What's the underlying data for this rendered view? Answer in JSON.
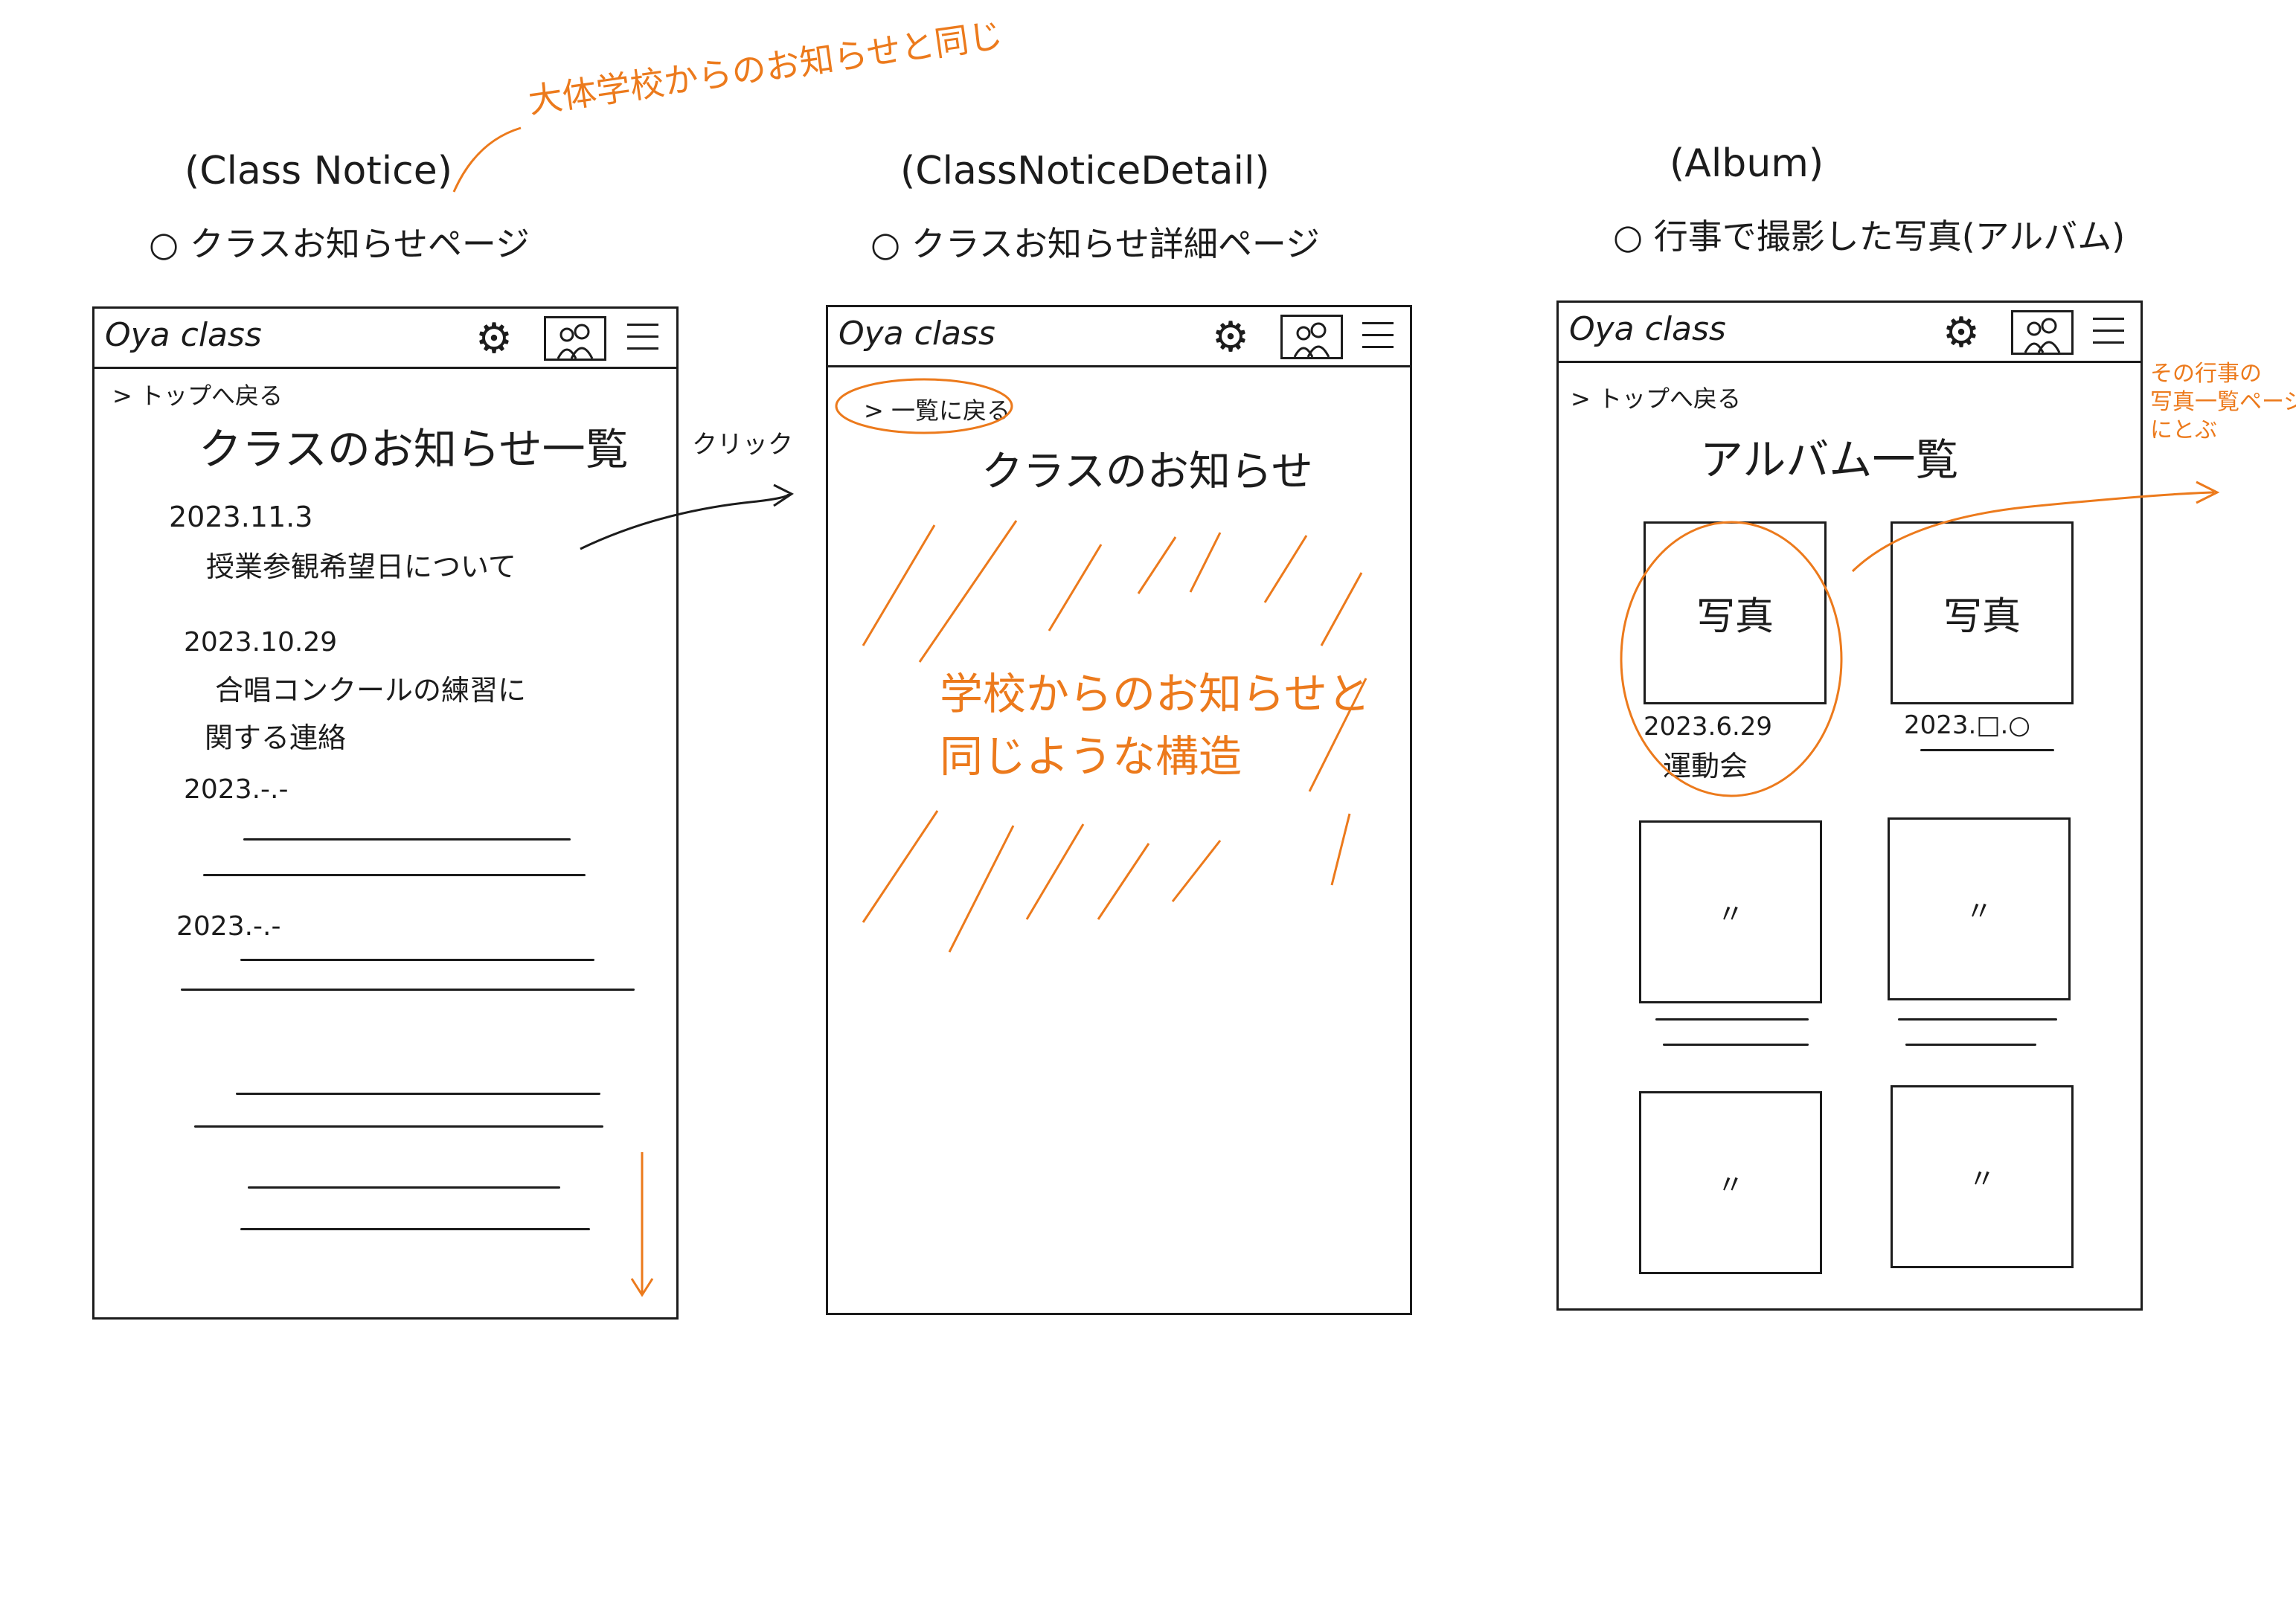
{
  "colors": {
    "ink": "#1c1c1c",
    "annotation": "#ec7a1c"
  },
  "header": {
    "logo": "Oya class",
    "settings_icon": "gear-icon",
    "family_icon": "family-icon",
    "menu_icon": "hamburger-icon"
  },
  "screens": [
    {
      "id_label": "(Class Notice)",
      "description": "○ クラスお知らせページ",
      "note": "大体学校からのお知らせと同じ",
      "back_link": "> トップへ戻る",
      "title": "クラスのお知らせ一覧",
      "items": [
        {
          "date": "2023.11.3",
          "line1": "授業参観希望日について",
          "line2": ""
        },
        {
          "date": "2023.10.29",
          "line1": "合唱コンクールの練習に",
          "line2": "関する連絡"
        },
        {
          "date": "2023.-.-",
          "line1": "",
          "line2": ""
        },
        {
          "date": "2023.-.-",
          "line1": "",
          "line2": ""
        }
      ]
    },
    {
      "id_label": "(ClassNoticeDetail)",
      "description": "○ クラスお知らせ詳細ページ",
      "click_note": "クリック",
      "back_link": "> 一覧に戻る",
      "title": "クラスのお知らせ",
      "body_line1": "学校からのお知らせと",
      "body_line2": "同じような構造"
    },
    {
      "id_label": "(Album)",
      "description": "○ 行事で撮影した写真(アルバム)",
      "note_line1": "その行事の",
      "note_line2": "写真一覧ページ",
      "note_line3": "にとぶ",
      "back_link": "> トップへ戻る",
      "title": "アルバム一覧",
      "photos": [
        {
          "label": "写真",
          "date": "2023.6.29",
          "event": "運動会"
        },
        {
          "label": "写真",
          "date": "2023.□.○",
          "event": ""
        },
        {
          "label": "〃",
          "date": "",
          "event": ""
        },
        {
          "label": "〃",
          "date": "",
          "event": ""
        },
        {
          "label": "〃",
          "date": "",
          "event": ""
        },
        {
          "label": "〃",
          "date": "",
          "event": ""
        }
      ]
    }
  ]
}
